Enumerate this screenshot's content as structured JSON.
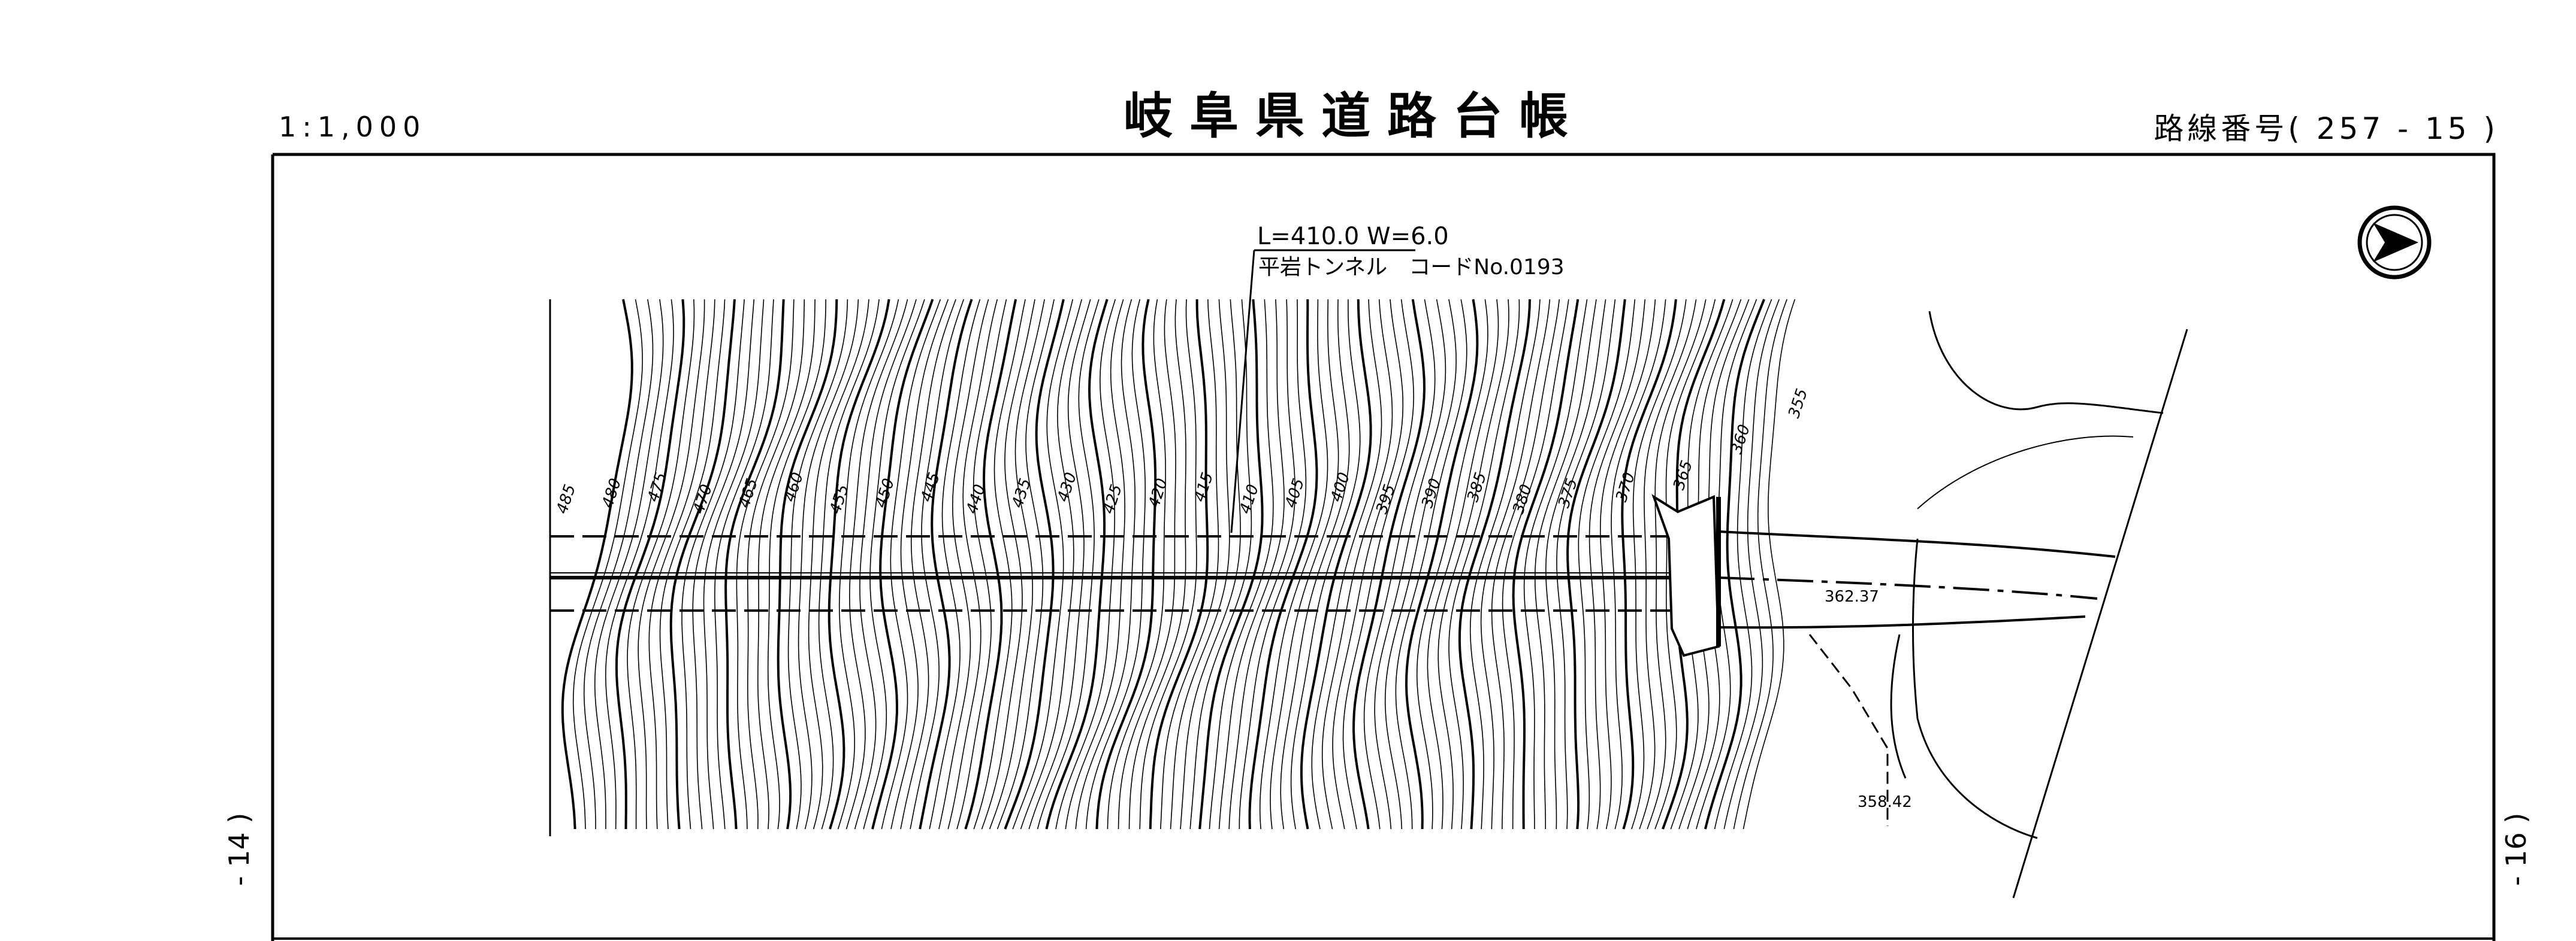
{
  "header": {
    "scale": "1:1,000",
    "title": "岐阜県道路台帳",
    "route_number": "路線番号(  257  -  15     )"
  },
  "side_labels": {
    "left": "- 14 )",
    "right": "- 16 )"
  },
  "annotation": {
    "dimensions": "L=410.0   W=6.0",
    "name": "平岩トンネル　コードNo.0193"
  },
  "contour_labels": [
    "485",
    "480",
    "475",
    "470",
    "465",
    "460",
    "455",
    "450",
    "445",
    "440",
    "435",
    "430",
    "425",
    "420",
    "415",
    "410",
    "405",
    "400",
    "395",
    "390",
    "385",
    "380",
    "375",
    "370",
    "365",
    "360",
    "355"
  ],
  "elevations": {
    "portal": "362.37",
    "lower": "358.42"
  },
  "north_arrow_icon": "north-arrow-icon",
  "colors": {
    "ink": "#000000",
    "paper": "#ffffff"
  }
}
